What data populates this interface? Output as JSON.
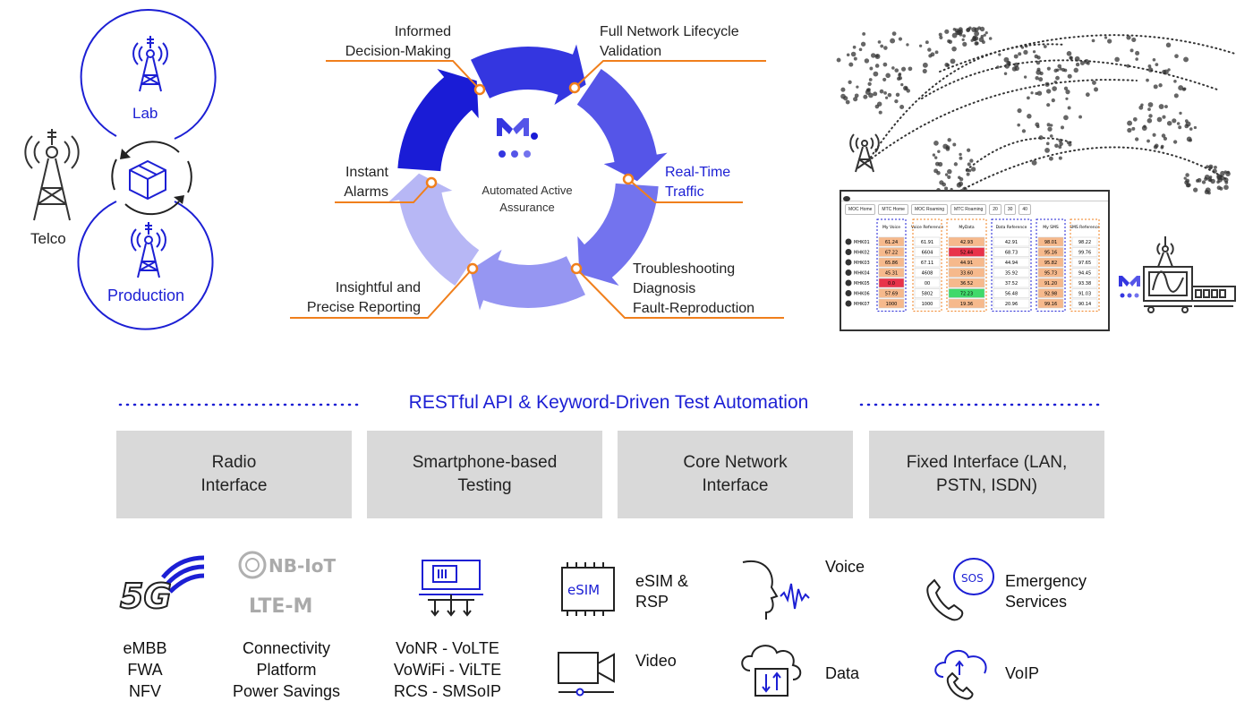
{
  "lifecycle": {
    "lab_label": "Lab",
    "telco_label": "Telco",
    "production_label": "Production"
  },
  "cycle": {
    "center_label": "Automated Active\nAssurance",
    "steps": [
      {
        "label": "Informed\nDecision-Making",
        "highlight": false
      },
      {
        "label": "Full Network Lifecycle\nValidation",
        "highlight": false
      },
      {
        "label": "Real-Time\nTraffic",
        "highlight": true
      },
      {
        "label": "Troubleshooting\nDiagnosis\nFault-Reproduction",
        "highlight": false
      },
      {
        "label": "Insightful and\nPrecise Reporting",
        "highlight": false
      },
      {
        "label": "Instant\nAlarms",
        "highlight": false
      }
    ]
  },
  "dashboard": {
    "tabs": [
      "MOC Home",
      "MTC Home",
      "MOC Roaming",
      "MTC Roaming",
      "20",
      "30",
      "40"
    ],
    "rows": [
      "MHK01",
      "MHK02",
      "MHK03",
      "MHK04",
      "MHK05",
      "MHK06",
      "MHK07"
    ],
    "headers": [
      "My Voice",
      "Voice Reference",
      "MyData",
      "Data Reference",
      "My SMS",
      "SMS Reference"
    ],
    "my_voice": [
      "61.24",
      "67.22",
      "65.86",
      "45.31",
      "0.0",
      "57.69",
      "1000"
    ],
    "voice_ref": [
      "61.91",
      "6604",
      "67.11",
      "4608",
      "00",
      "5802",
      "1000"
    ],
    "my_data": [
      "42.93",
      "52.44",
      "44.91",
      "33.60",
      "36.52",
      "72.23",
      "19.36"
    ],
    "data_ref": [
      "42.91",
      "68.73",
      "44.94",
      "35.92",
      "37.52",
      "56.48",
      "20.96"
    ],
    "my_sms": [
      "98.01",
      "95.16",
      "95.82",
      "95.73",
      "91.20",
      "92.98",
      "99.16"
    ],
    "sms_ref": [
      "98.22",
      "99.76",
      "97.65",
      "94.45",
      "93.38",
      "91.03",
      "90.14"
    ]
  },
  "banner": {
    "title": "RESTful API & Keyword-Driven Test Automation"
  },
  "interfaces": [
    {
      "label": "Radio\nInterface"
    },
    {
      "label": "Smartphone-based\nTesting"
    },
    {
      "label": "Core Network\nInterface"
    },
    {
      "label": "Fixed Interface (LAN,\nPSTN, ISDN)"
    }
  ],
  "use_cases": {
    "radio_icon_text": "5G",
    "nbiot_text": "NB-IoT",
    "ltem_text": "LTE-M",
    "esim_icon_text": "eSIM",
    "sos_text": "SOS",
    "col1": "eMBB\nFWA\nNFV",
    "col2": "Connectivity\nPlatform\nPower Savings",
    "col3": "VoNR - VoLTE\nVoWiFi - ViLTE\nRCS - SMSoIP"
  },
  "services": {
    "esim": "eSIM &\nRSP",
    "video": "Video",
    "voice": "Voice",
    "data": "Data",
    "emergency": "Emergency\nServices",
    "voip": "VoIP"
  },
  "colors": {
    "accent_blue": "#1c1fd4",
    "orange": "#f07f1c",
    "box_grey": "#d9d9d9",
    "arrow_1": "#3436e0",
    "arrow_2": "#5555e8",
    "arrow_3": "#7373ee",
    "arrow_4": "#9696f2",
    "arrow_5": "#b7b7f5",
    "arrow_6": "#1a1cd6"
  }
}
